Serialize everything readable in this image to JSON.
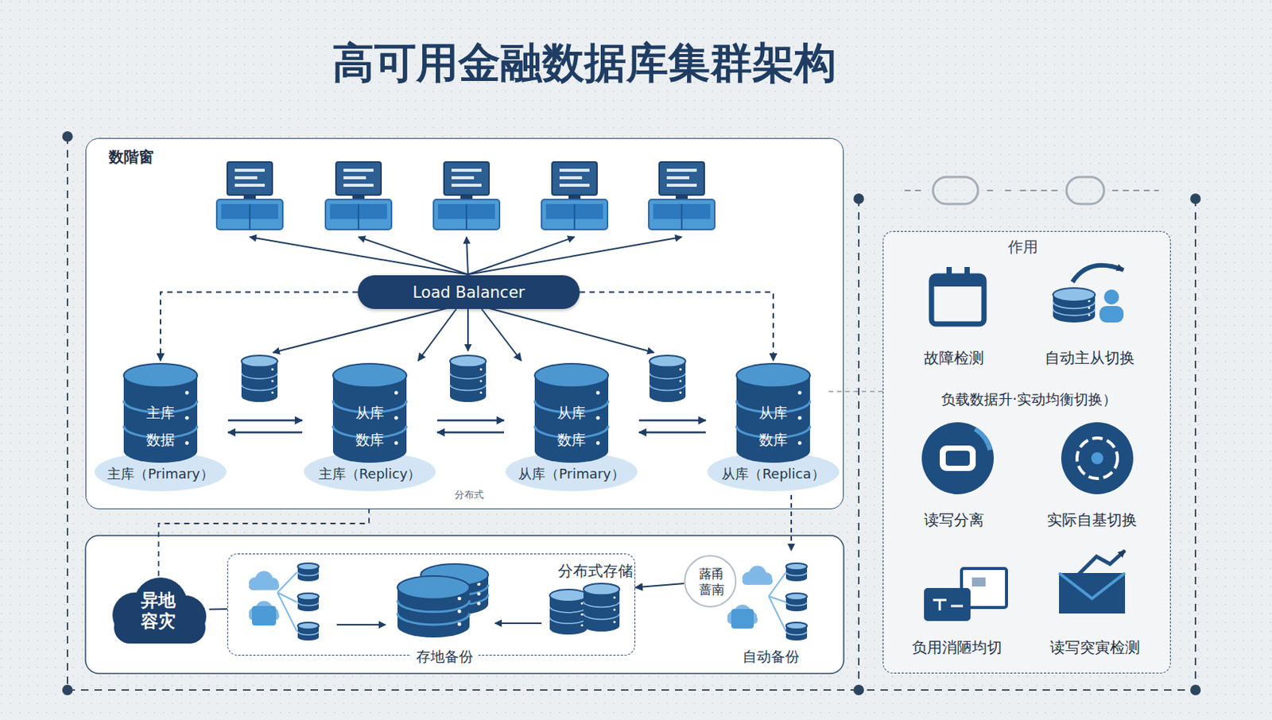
{
  "diagram": {
    "title": "高可用金融数据库集群架构",
    "nodes": [
      {
        "text": [
          "数階窗"
        ]
      },
      {
        "text": [
          "Load Balancer"
        ],
        "in": 0
      },
      {
        "text": [
          "主库",
          "数据",
          "主库（Primary）"
        ],
        "in": 0
      },
      {
        "text": [
          "从库",
          "数库",
          "主库（Replicy）"
        ],
        "in": 0
      },
      {
        "text": [
          "从库",
          "数库",
          "从库（Primary）"
        ],
        "in": 0
      },
      {
        "text": [
          "从库",
          "数库",
          "从库（Replica）"
        ],
        "in": 0
      },
      {
        "text": [
          "异地 容灾"
        ]
      },
      {
        "text": [
          "分布式存储",
          "存地备份"
        ]
      },
      {
        "text": [
          "蕗甬 蔷南"
        ]
      },
      {
        "text": [
          "作用",
          "故障检测",
          "自动主从切换",
          "负载数据升·实动均衡切换）",
          "读写分离",
          "实际自基切换",
          "负用消陋均切",
          "读写突寅检测"
        ]
      }
    ],
    "edges": [
      {
        "from": 1,
        "to": 2,
        "arrow": "to"
      },
      {
        "from": 1,
        "to": 3,
        "arrow": "to"
      },
      {
        "from": 1,
        "to": 4,
        "arrow": "to"
      },
      {
        "from": 1,
        "to": 5,
        "arrow": "to"
      },
      {
        "from": 2,
        "to": 3,
        "arrow": "both"
      },
      {
        "from": 3,
        "to": 4,
        "arrow": "both"
      },
      {
        "from": 4,
        "to": 5,
        "arrow": "both"
      },
      {
        "from": 6,
        "to": 0,
        "arrow": "none"
      },
      {
        "from": 6,
        "to": 7,
        "arrow": "none"
      },
      {
        "from": 8,
        "to": 7,
        "arrow": "to"
      }
    ],
    "labels": [
      "分布式",
      "自动备份"
    ]
  }
}
